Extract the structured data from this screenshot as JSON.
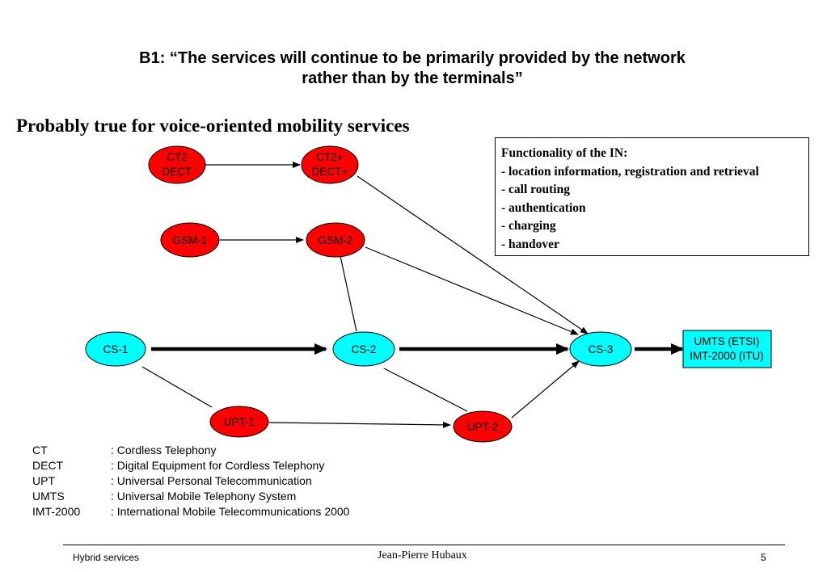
{
  "slide": {
    "title_line1": "B1: “The services will continue to be primarily provided by the network",
    "title_line2": "rather than by the terminals”",
    "subtitle": "Probably true for voice-oriented mobility services"
  },
  "infobox": {
    "heading": "Functionality of the IN:",
    "items": [
      "- location information, registration and retrieval",
      "- call routing",
      "- authentication",
      "- charging",
      "- handover"
    ]
  },
  "diagram": {
    "colors": {
      "red_node": "#ff0000",
      "cyan_node": "#00ffff",
      "outline": "#000000"
    },
    "nodes": {
      "ct2": {
        "lines": [
          "CT2",
          "DECT"
        ]
      },
      "ct2plus": {
        "lines": [
          "CT2+",
          "DECT+"
        ]
      },
      "gsm1": {
        "lines": [
          "GSM-1"
        ]
      },
      "gsm2": {
        "lines": [
          "GSM-2"
        ]
      },
      "cs1": {
        "lines": [
          "CS-1"
        ]
      },
      "cs2": {
        "lines": [
          "CS-2"
        ]
      },
      "cs3": {
        "lines": [
          "CS-3"
        ]
      },
      "upt1": {
        "lines": [
          "UPT-1"
        ]
      },
      "upt2": {
        "lines": [
          "UPT-2"
        ]
      },
      "umts": {
        "lines": [
          "UMTS (ETSI)",
          "IMT-2000 (ITU)"
        ]
      }
    }
  },
  "legend": [
    {
      "abbr": "CT",
      "def": ": Cordless Telephony"
    },
    {
      "abbr": "DECT",
      "def": ": Digital Equipment for Cordless Telephony"
    },
    {
      "abbr": "UPT",
      "def": ": Universal Personal Telecommunication"
    },
    {
      "abbr": "UMTS",
      "def": ": Universal Mobile Telephony System"
    },
    {
      "abbr": "IMT-2000",
      "def": ": International Mobile Telecommunications 2000"
    }
  ],
  "footer": {
    "left": "Hybrid services",
    "center": "Jean-Pierre Hubaux",
    "page": "5"
  }
}
